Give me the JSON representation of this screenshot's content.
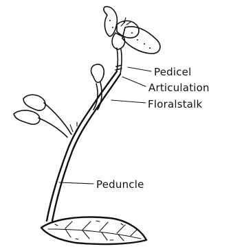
{
  "labels": {
    "pedicel": "Pedicel",
    "articulation": "Articulation",
    "floralstalk": "Floralstalk",
    "peduncle": "Peduncle"
  },
  "colors": {
    "ink": "#111111",
    "background": "#ffffff"
  }
}
